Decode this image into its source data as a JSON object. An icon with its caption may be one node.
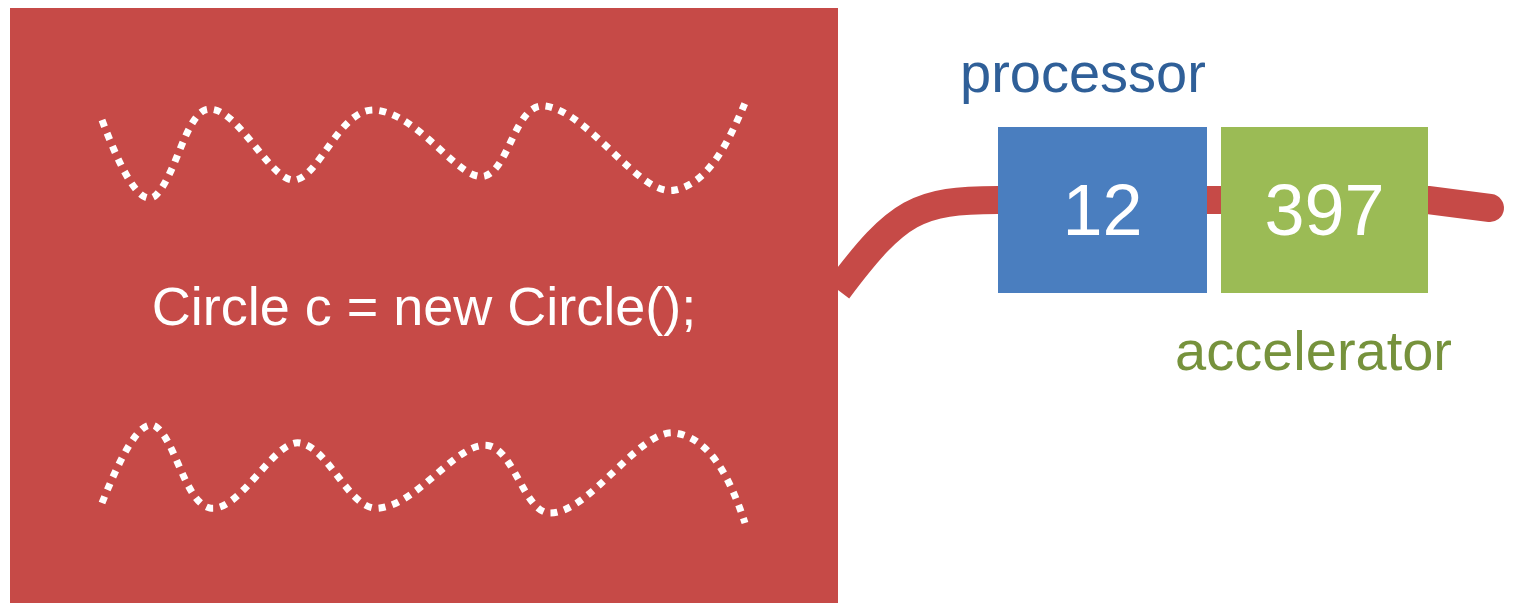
{
  "diagram": {
    "nodes": [
      {
        "text": [
          "Circle c = new Circle();"
        ]
      },
      {
        "text": [
          "12"
        ],
        "beside": [
          "processor"
        ]
      },
      {
        "text": [
          "397"
        ],
        "beside": [
          "accelerator"
        ]
      }
    ],
    "edges": [
      {
        "from": 0,
        "to": 1,
        "arrow": "none"
      },
      {
        "from": 1,
        "to": 2,
        "arrow": "none"
      },
      {
        "from": 2,
        "to": null,
        "arrow": "none"
      }
    ]
  }
}
